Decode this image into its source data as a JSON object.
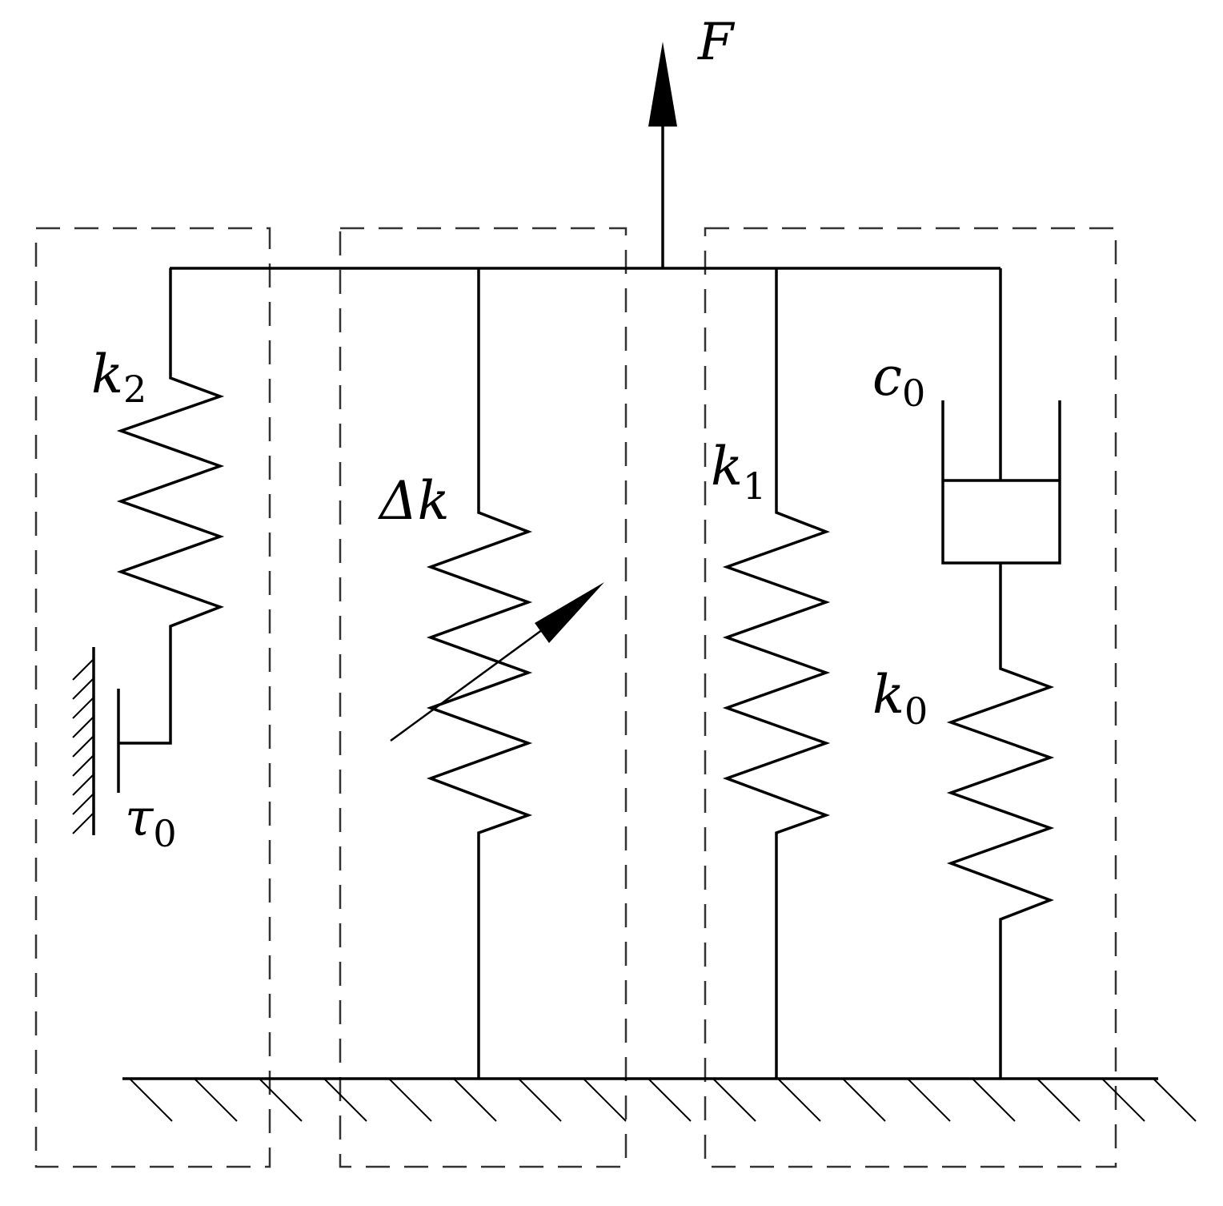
{
  "labels": {
    "force": "F",
    "k2": {
      "main": "k",
      "sub": "2"
    },
    "tau0": {
      "main": "τ",
      "sub": "0"
    },
    "dk": {
      "main": "Δk"
    },
    "k1": {
      "main": "k",
      "sub": "1"
    },
    "c0": {
      "main": "c",
      "sub": "0"
    },
    "k0": {
      "main": "k",
      "sub": "0"
    }
  },
  "colors": {
    "line": "#000000",
    "dash": "#333333",
    "background": "#ffffff"
  }
}
